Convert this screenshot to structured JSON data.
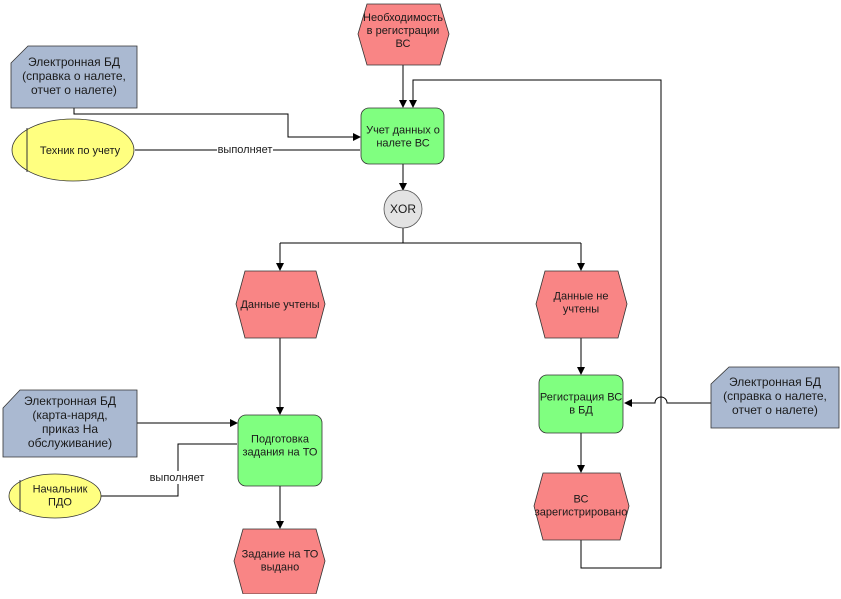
{
  "events": {
    "need_registration": {
      "lines": [
        "Необходимость",
        "в регистрации",
        "ВС"
      ]
    },
    "data_recorded": {
      "lines": [
        "Данные учтены"
      ]
    },
    "data_not_recorded": {
      "lines": [
        "Данные не",
        "учтены"
      ]
    },
    "vs_registered": {
      "lines": [
        "ВС",
        "зарегистрировано"
      ]
    },
    "task_issued": {
      "lines": [
        "Задание на ТО",
        "выдано"
      ]
    }
  },
  "functions": {
    "record_flight_data": {
      "lines": [
        "Учет данных о",
        "налете ВС"
      ]
    },
    "register_vs": {
      "lines": [
        "Регистрация ВС",
        "в БД"
      ]
    },
    "prepare_task": {
      "lines": [
        "Подготовка",
        "задания на ТО"
      ]
    }
  },
  "operator": {
    "label": "XOR"
  },
  "documents": {
    "db_top": {
      "lines": [
        "Электронная БД",
        "(справка о налете,",
        "отчет о налете)"
      ]
    },
    "db_right": {
      "lines": [
        "Электронная БД",
        "(справка о налете,",
        "отчет о налете)"
      ]
    },
    "db_left": {
      "lines": [
        "Электронная БД",
        "(карта-наряд,",
        "приказ На",
        "обслуживание)"
      ]
    }
  },
  "roles": {
    "technician": {
      "lines": [
        "Техник по учету"
      ]
    },
    "chief_pdo": {
      "lines": [
        "Начальник",
        "ПДО"
      ]
    }
  },
  "edge_labels": {
    "performs_1": "выполняет",
    "performs_2": "выполняет"
  },
  "colors": {
    "event_fill": "#f98585",
    "function_fill": "#80ff80",
    "document_fill": "#aab9d1",
    "role_fill": "#ffff80",
    "operator_fill": "#e3e3e3"
  }
}
